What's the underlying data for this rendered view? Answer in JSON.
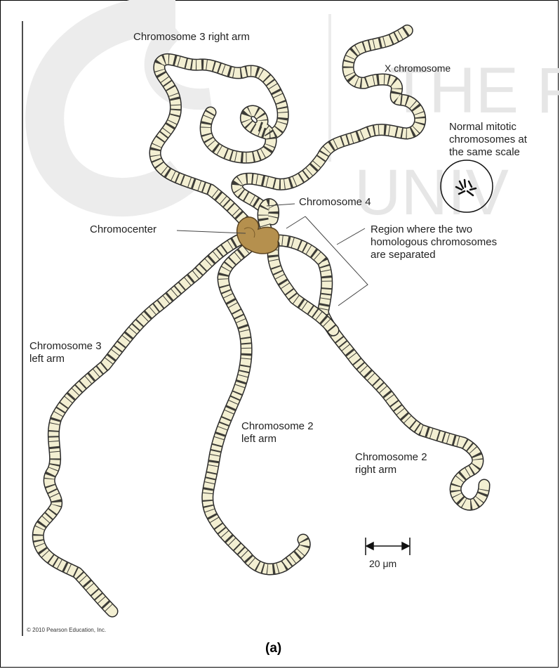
{
  "labels": {
    "chr3_right": "Chromosome 3 right arm",
    "x_chrom": "X chromosome",
    "mitotic": [
      "Normal mitotic",
      "chromosomes at",
      "the same scale"
    ],
    "chr4": "Chromosome 4",
    "chromocenter": "Chromocenter",
    "region": [
      "Region where the two",
      "homologous chromosomes",
      "are separated"
    ],
    "chr3_left": [
      "Chromosome 3",
      "left arm"
    ],
    "chr2_left": [
      "Chromosome 2",
      "left arm"
    ],
    "chr2_right": [
      "Chromosome 2",
      "right arm"
    ],
    "scale": "20 μm",
    "copyright": "© 2010 Pearson Education, Inc.",
    "panel": "(a)"
  },
  "watermark_text": [
    "THE P",
    "UNIV"
  ],
  "colors": {
    "chromosome_fill": "#f3efd2",
    "band": "#1c1c1c",
    "chromocenter": "#b08a4a",
    "watermark": "#e6e6e6"
  }
}
